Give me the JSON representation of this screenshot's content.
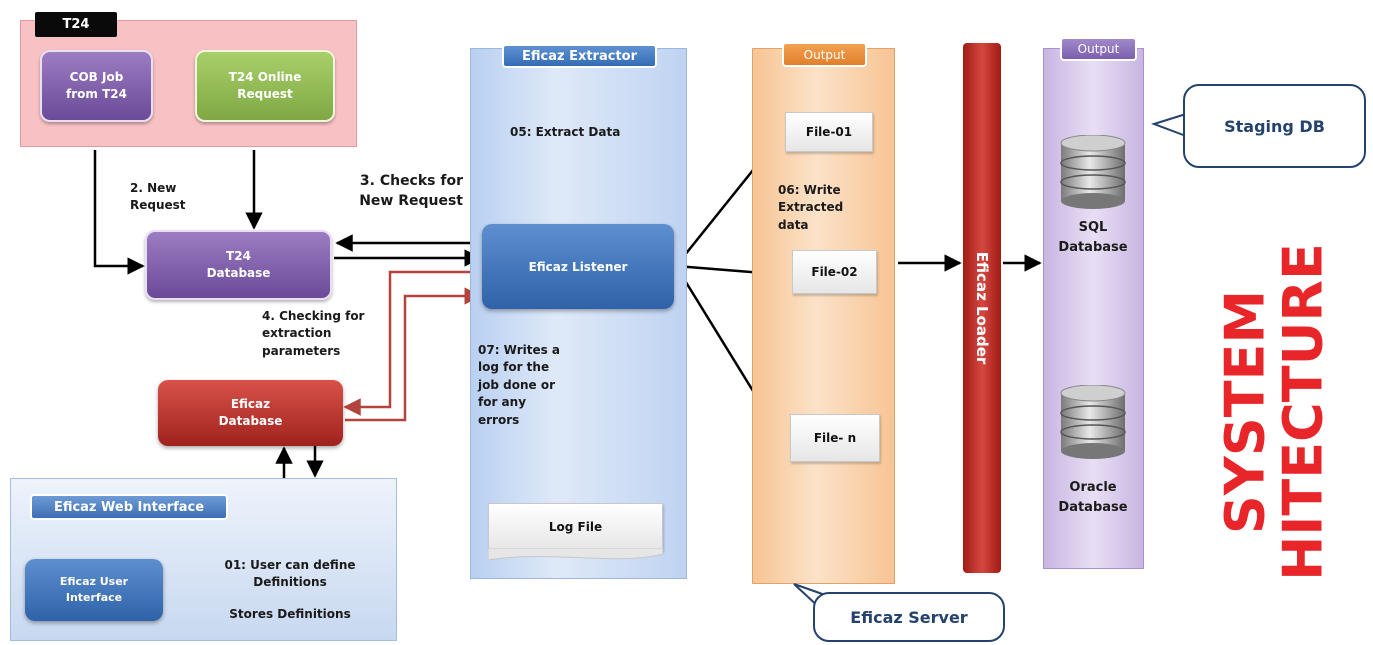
{
  "t24": {
    "tab": "T24",
    "cob_job": "COB Job from T24",
    "online_request": "T24 Online Request"
  },
  "t24_database": "T24 Database",
  "eficaz_database": "Eficaz Database",
  "web_interface": {
    "tab": "Eficaz Web Interface",
    "user_interface": "Eficaz User Interface",
    "define_definitions": "01: User can define Definitions",
    "stores_definitions": "Stores Definitions"
  },
  "extractor": {
    "tab": "Eficaz Extractor",
    "extract_data": "05: Extract Data",
    "listener": "Eficaz Listener",
    "writes_log": "07: Writes a log for the job done or for any errors",
    "log_file": "Log File"
  },
  "steps": {
    "new_request": "2. New Request",
    "checks_new_request": "3. Checks for New Request",
    "checking_params": "4. Checking for extraction parameters"
  },
  "output_files": {
    "tab": "Output",
    "file_01": "File-01",
    "write_extracted": "06: Write Extracted data",
    "file_02": "File-02",
    "file_n": "File- n"
  },
  "loader": "Eficaz Loader",
  "output_db": {
    "tab": "Output",
    "sql": "SQL Database",
    "oracle": "Oracle Database"
  },
  "callouts": {
    "staging_db": "Staging DB",
    "eficaz_server": "Eficaz Server"
  },
  "side_title": {
    "line1": "SYSTEM",
    "line2": "HITECTURE"
  }
}
